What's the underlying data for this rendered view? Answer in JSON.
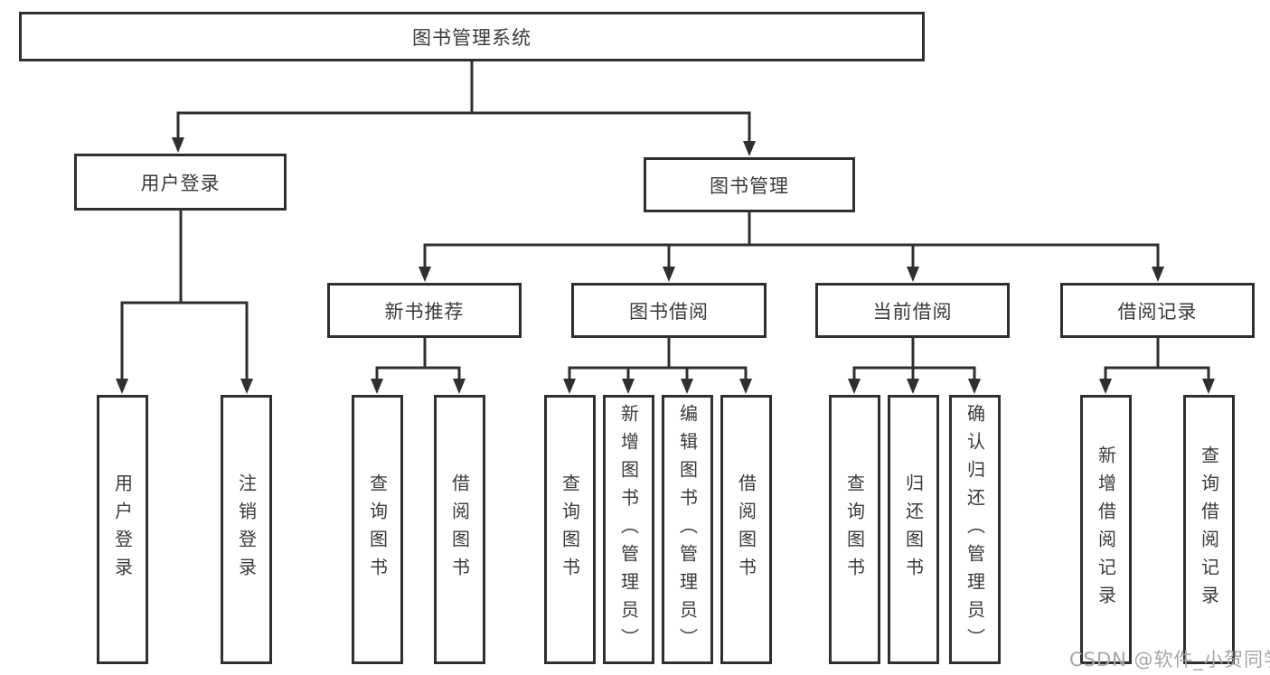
{
  "nodes": {
    "root": {
      "label": "图书管理系统"
    },
    "level2": [
      {
        "label": "用户登录"
      },
      {
        "label": "图书管理"
      }
    ],
    "level3": [
      {
        "label": "新书推荐",
        "parent": "图书管理"
      },
      {
        "label": "图书借阅",
        "parent": "图书管理"
      },
      {
        "label": "当前借阅",
        "parent": "图书管理"
      },
      {
        "label": "借阅记录",
        "parent": "图书管理"
      }
    ],
    "leaves": [
      {
        "label": "用户登录",
        "parent": "用户登录"
      },
      {
        "label": "注销登录",
        "parent": "用户登录"
      },
      {
        "label": "查询图书",
        "parent": "新书推荐"
      },
      {
        "label": "借阅图书",
        "parent": "新书推荐"
      },
      {
        "label": "查询图书",
        "parent": "图书借阅"
      },
      {
        "label": "新增图书（管理员）",
        "parent": "图书借阅"
      },
      {
        "label": "编辑图书（管理员）",
        "parent": "图书借阅"
      },
      {
        "label": "借阅图书",
        "parent": "图书借阅"
      },
      {
        "label": "查询图书",
        "parent": "当前借阅"
      },
      {
        "label": "归还图书",
        "parent": "当前借阅"
      },
      {
        "label": "确认归还（管理员）",
        "parent": "当前借阅"
      },
      {
        "label": "新增借阅记录",
        "parent": "借阅记录"
      },
      {
        "label": "查询借阅记录",
        "parent": "借阅记录"
      }
    ]
  },
  "watermark": {
    "text": "CSDN @软件_小贺同学"
  },
  "colors": {
    "line": "#2f2f2f",
    "node_border": "#2f2f2f",
    "node_text": "#3a3a3a",
    "background": "#ffffff",
    "watermark": "#a6a6a6"
  }
}
